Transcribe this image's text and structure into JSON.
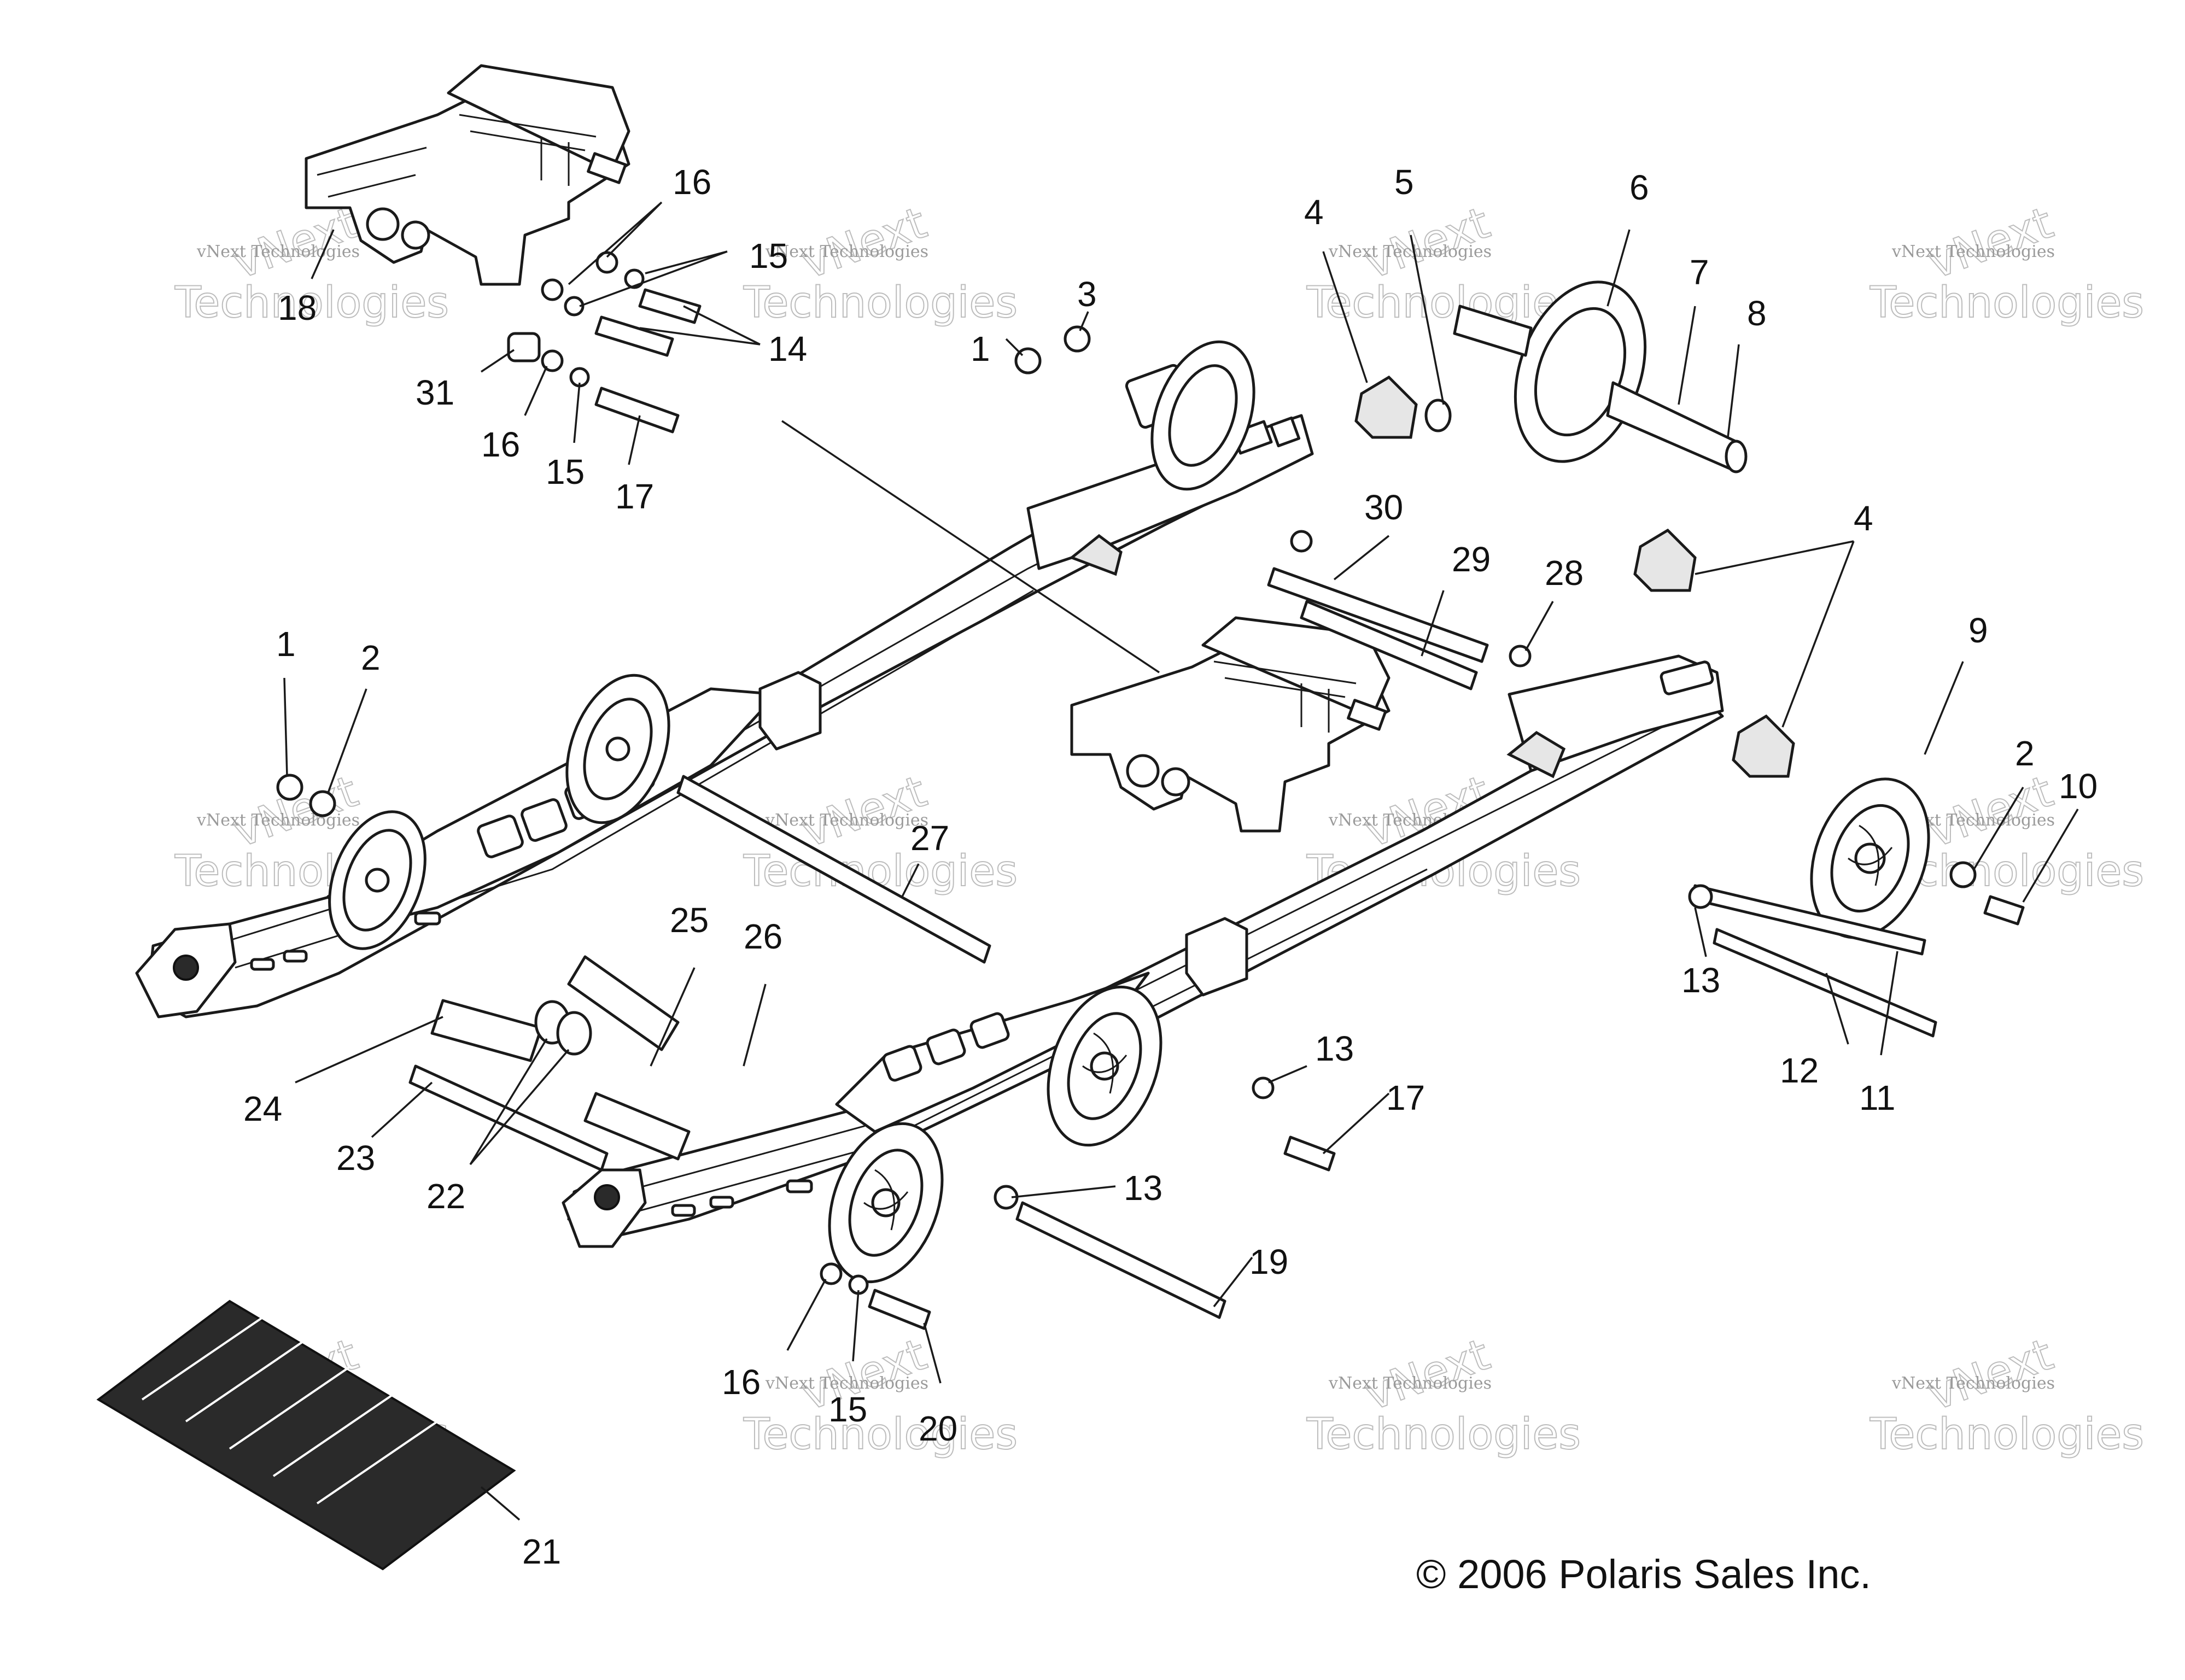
{
  "diagram": {
    "copyright": "© 2006 Polaris Sales Inc.",
    "watermark": {
      "line1": "vNext Technologies",
      "line2": "Technologies",
      "big_prefix": "vNext"
    },
    "callouts": [
      {
        "id": "c18",
        "label": "18"
      },
      {
        "id": "c16a",
        "label": "16"
      },
      {
        "id": "c15a",
        "label": "15"
      },
      {
        "id": "c14",
        "label": "14"
      },
      {
        "id": "c31",
        "label": "31"
      },
      {
        "id": "c16b",
        "label": "16"
      },
      {
        "id": "c15b",
        "label": "15"
      },
      {
        "id": "c17a",
        "label": "17"
      },
      {
        "id": "c1a",
        "label": "1"
      },
      {
        "id": "c3",
        "label": "3"
      },
      {
        "id": "c4a",
        "label": "4"
      },
      {
        "id": "c5",
        "label": "5"
      },
      {
        "id": "c6",
        "label": "6"
      },
      {
        "id": "c7",
        "label": "7"
      },
      {
        "id": "c8",
        "label": "8"
      },
      {
        "id": "c30",
        "label": "30"
      },
      {
        "id": "c29",
        "label": "29"
      },
      {
        "id": "c28",
        "label": "28"
      },
      {
        "id": "c4b",
        "label": "4"
      },
      {
        "id": "c9",
        "label": "9"
      },
      {
        "id": "c2a",
        "label": "2"
      },
      {
        "id": "c10",
        "label": "10"
      },
      {
        "id": "c1b",
        "label": "1"
      },
      {
        "id": "c2b",
        "label": "2"
      },
      {
        "id": "c27",
        "label": "27"
      },
      {
        "id": "c25",
        "label": "25"
      },
      {
        "id": "c26",
        "label": "26"
      },
      {
        "id": "c24",
        "label": "24"
      },
      {
        "id": "c23",
        "label": "23"
      },
      {
        "id": "c22",
        "label": "22"
      },
      {
        "id": "c13a",
        "label": "13"
      },
      {
        "id": "c13b",
        "label": "13"
      },
      {
        "id": "c17b",
        "label": "17"
      },
      {
        "id": "c13c",
        "label": "13"
      },
      {
        "id": "c12",
        "label": "12"
      },
      {
        "id": "c11",
        "label": "11"
      },
      {
        "id": "c19",
        "label": "19"
      },
      {
        "id": "c16c",
        "label": "16"
      },
      {
        "id": "c15c",
        "label": "15"
      },
      {
        "id": "c20",
        "label": "20"
      },
      {
        "id": "c21",
        "label": "21"
      }
    ]
  }
}
